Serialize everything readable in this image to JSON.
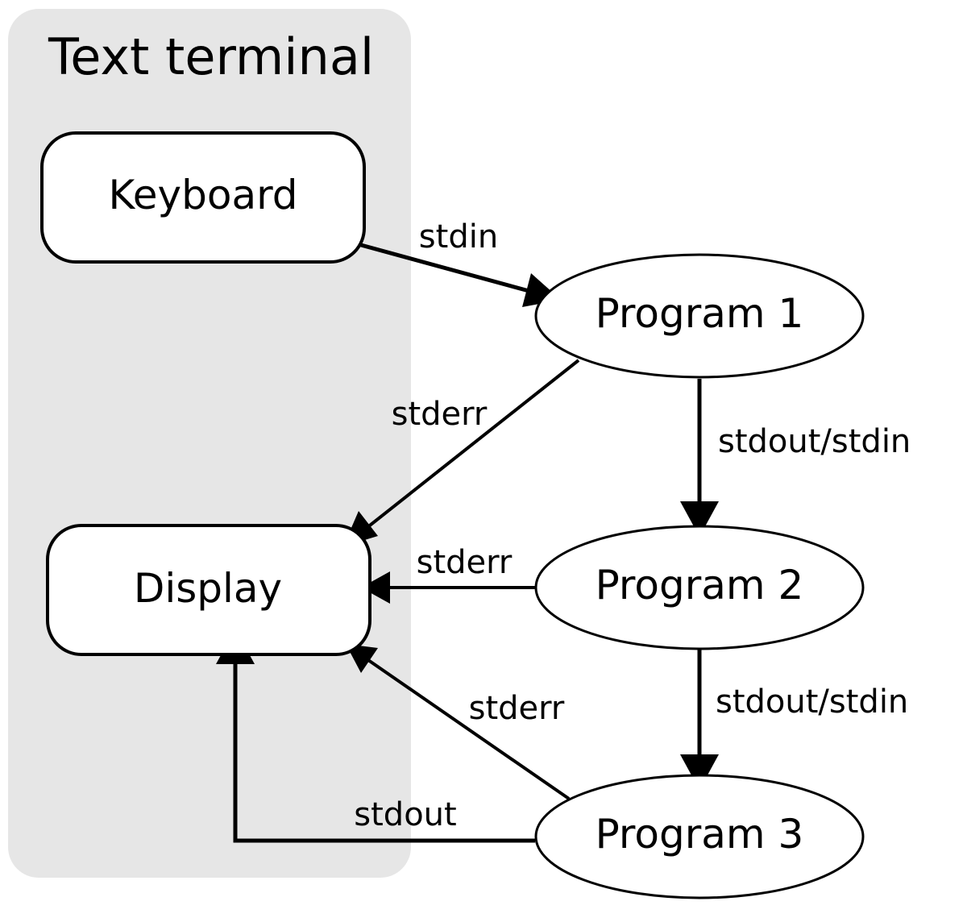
{
  "group": {
    "title": "Text terminal",
    "fill_color": "#e6e6e6"
  },
  "nodes": {
    "keyboard": "Keyboard",
    "display": "Display",
    "program1": "Program 1",
    "program2": "Program 2",
    "program3": "Program 3"
  },
  "edges": {
    "keyboard_to_program1": "stdin",
    "program1_to_display": "stderr",
    "program1_to_program2": "stdout/stdin",
    "program2_to_display": "stderr",
    "program2_to_program3": "stdout/stdin",
    "program3_to_display_stderr": "stderr",
    "program3_to_display_stdout": "stdout"
  },
  "colors": {
    "stroke": "#000000",
    "node_fill": "#ffffff"
  }
}
